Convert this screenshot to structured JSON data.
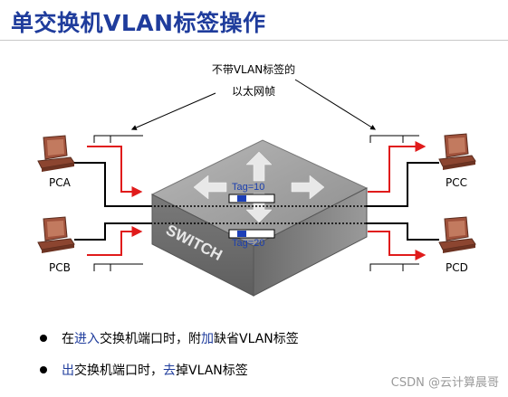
{
  "title": "单交换机VLAN标签操作",
  "caption": {
    "line1": "不带VLAN标签的",
    "line2": "以太网帧"
  },
  "pcs": {
    "a": "PCA",
    "b": "PCB",
    "c": "PCC",
    "d": "PCD"
  },
  "switch_label": "SWITCH",
  "tags": {
    "top": "Tag=10",
    "bottom": "Tag=20"
  },
  "bullets": [
    {
      "p1": "在",
      "h1": "进入",
      "p2": "交换机端口时，附",
      "h2": "加",
      "p3": "缺省VLAN标签"
    },
    {
      "p1": "",
      "h1": "出",
      "p2": "交换机端口时，",
      "h2": "去",
      "p3": "掉VLAN标签"
    }
  ],
  "watermark": "CSDN @云计算晨哥",
  "colors": {
    "title": "#1f3c9c",
    "arrow": "#e01b1b",
    "tag_text": "#1b3fae",
    "tag_fill": "#1c3fb8",
    "switch_top": "#9e9e9e",
    "pc_body": "#a0523c"
  },
  "icons": [
    "pc-icon",
    "switch-icon",
    "arrow-icon"
  ]
}
